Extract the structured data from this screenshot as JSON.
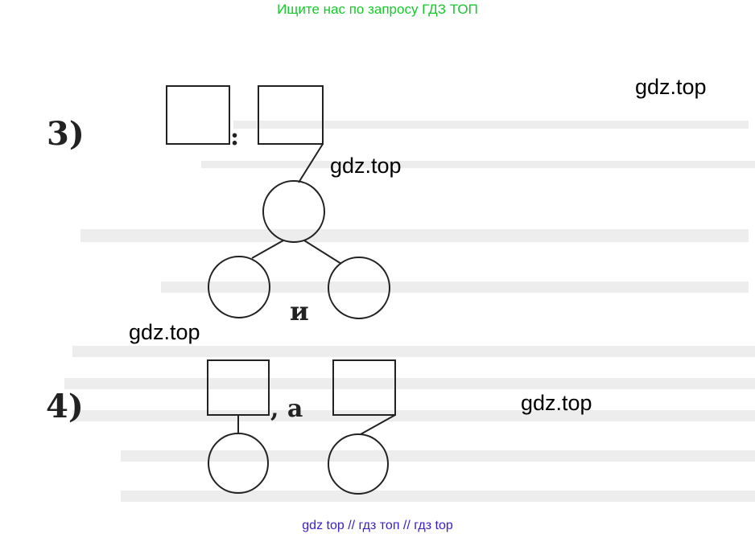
{
  "header": {
    "text": "Ищите нас по запросу ГДЗ ТОП"
  },
  "task3": {
    "number": "3)",
    "colon": ":",
    "conjunction": "и"
  },
  "task4": {
    "number": "4)",
    "comma_a": ", а"
  },
  "watermarks": [
    "gdz.top",
    "gdz.top",
    "gdz.top",
    "gdz.top"
  ],
  "footer": {
    "text": "gdz top  //  гдз топ  //  гдз top"
  },
  "colors": {
    "header": "#16c92a",
    "footer": "#3b20c9",
    "lines": "#222222"
  }
}
